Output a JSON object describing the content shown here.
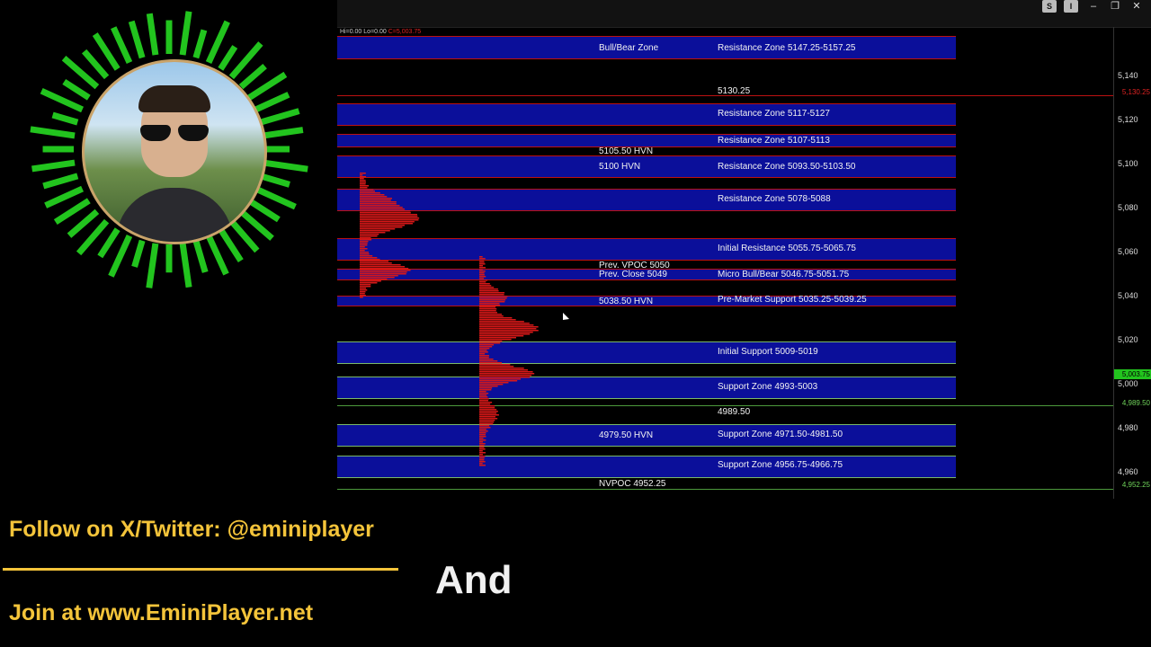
{
  "overlay": {
    "twitter": "Follow on X/Twitter: @eminiplayer",
    "join": "Join at www.EminiPlayer.net",
    "caption": "And",
    "colors": {
      "accent": "#f4c43a",
      "ring": "#22c41e"
    }
  },
  "chart": {
    "hilo": {
      "hi": "Hi=0.00",
      "lo": "Lo=0.00",
      "close": "C=5,003.75"
    },
    "window_buttons": [
      "S",
      "I",
      "–",
      "❐",
      "✕"
    ],
    "zones": [
      {
        "left": "Bull/Bear Zone",
        "right": "Resistance Zone 5147.25-5157.25"
      },
      {
        "right": "Resistance Zone 5117-5127"
      },
      {
        "right": "Resistance Zone 5107-5113"
      },
      {
        "left": "5100 HVN",
        "right": "Resistance Zone 5093.50-5103.50"
      },
      {
        "right": "Resistance Zone 5078-5088"
      },
      {
        "right": "Initial Resistance 5055.75-5065.75"
      },
      {
        "left": "Prev. Close 5049",
        "right": "Micro Bull/Bear 5046.75-5051.75"
      },
      {
        "left": "5038.50 HVN",
        "right": "Pre-Market Support 5035.25-5039.25"
      },
      {
        "right": "Initial Support 5009-5019"
      },
      {
        "right": "Support Zone 4993-5003"
      },
      {
        "left": "4979.50 HVN",
        "right": "Support Zone 4971.50-4981.50"
      },
      {
        "right": "Support Zone 4956.75-4966.75"
      }
    ],
    "levels": {
      "l5130": "5130.25",
      "hvn5105": "5105.50 HVN",
      "vpoc": "Prev. VPOC 5050",
      "l4989": "4989.50",
      "nvpoc": "NVPOC 4952.25"
    },
    "price_ticks": [
      "5,140",
      "5,120",
      "5,100",
      "5,080",
      "5,060",
      "5,040",
      "5,020",
      "5,000",
      "4,980",
      "4,960"
    ],
    "price_tags": {
      "top": "5,130.25",
      "last": "5,003.75",
      "mid": "4,989.50",
      "bottom": "4,952.25"
    }
  }
}
